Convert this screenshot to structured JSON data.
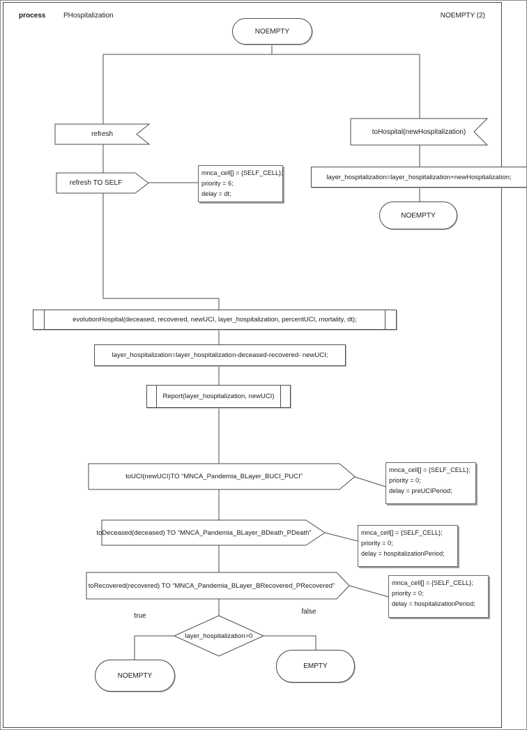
{
  "header": {
    "kind": "process",
    "name": "PHospitalization",
    "page_ref": "NOEMPTY (2)"
  },
  "states": {
    "start": "NOEMPTY",
    "after_hospital": "NOEMPTY",
    "true_branch": "NOEMPTY",
    "false_branch": "EMPTY"
  },
  "signals": {
    "input_refresh": "refresh",
    "output_refresh_self": "refresh TO SELF",
    "input_to_hospital": "toHospital(newHospitalization)",
    "output_to_uci": "toUCI(newUCI)TO “MNCA_Pandemia_BLayer_BUCI_PUCI”",
    "output_to_deceased": "toDeceased(deceased) TO “MNCA_Pandemia_BLayer_BDeath_PDeath”",
    "output_to_recovered": "toRecovered(recovered) TO “MNCA_Pandemia_BLayer_BRecovered_PRecovered”"
  },
  "tasks": {
    "add_hospitalization": "layer_hospitalization=layer_hospitalization+newHospitalization;",
    "evolution_call": "evolutionHospital(deceased, recovered, newUCI, layer_hospitalization, percentUCI, mortality, dt);",
    "subtract": "layer_hospitalization=layer_hospitalization-deceased-recovered- newUCI;",
    "report_call": "Report(layer_hospitalization, newUCI)"
  },
  "decision": {
    "condition": "layer_hospitalization>0",
    "true_label": "true",
    "false_label": "false"
  },
  "comments": {
    "refresh_params": [
      "mnca_cell[] = {SELF_CELL};",
      "priority = 6;",
      "delay = dt;"
    ],
    "uci_params": [
      "mnca_cell[] = {SELF_CELL};",
      "priority = 0;",
      "delay = preUCIPeriod;"
    ],
    "deceased_params": [
      "mnca_cell[] = {SELF_CELL};",
      "priority = 0;",
      "delay = hospitalizationPeriod;"
    ],
    "recovered_params": [
      "mnca_cell[] = {SELF_CELL};",
      "priority = 0;",
      "delay = hospitalizationPeriod;"
    ]
  },
  "palette": {
    "line": "#4a4a4a",
    "shadow": "#9e9e9e",
    "background": "#ffffff",
    "text": "#1a1a1a"
  }
}
